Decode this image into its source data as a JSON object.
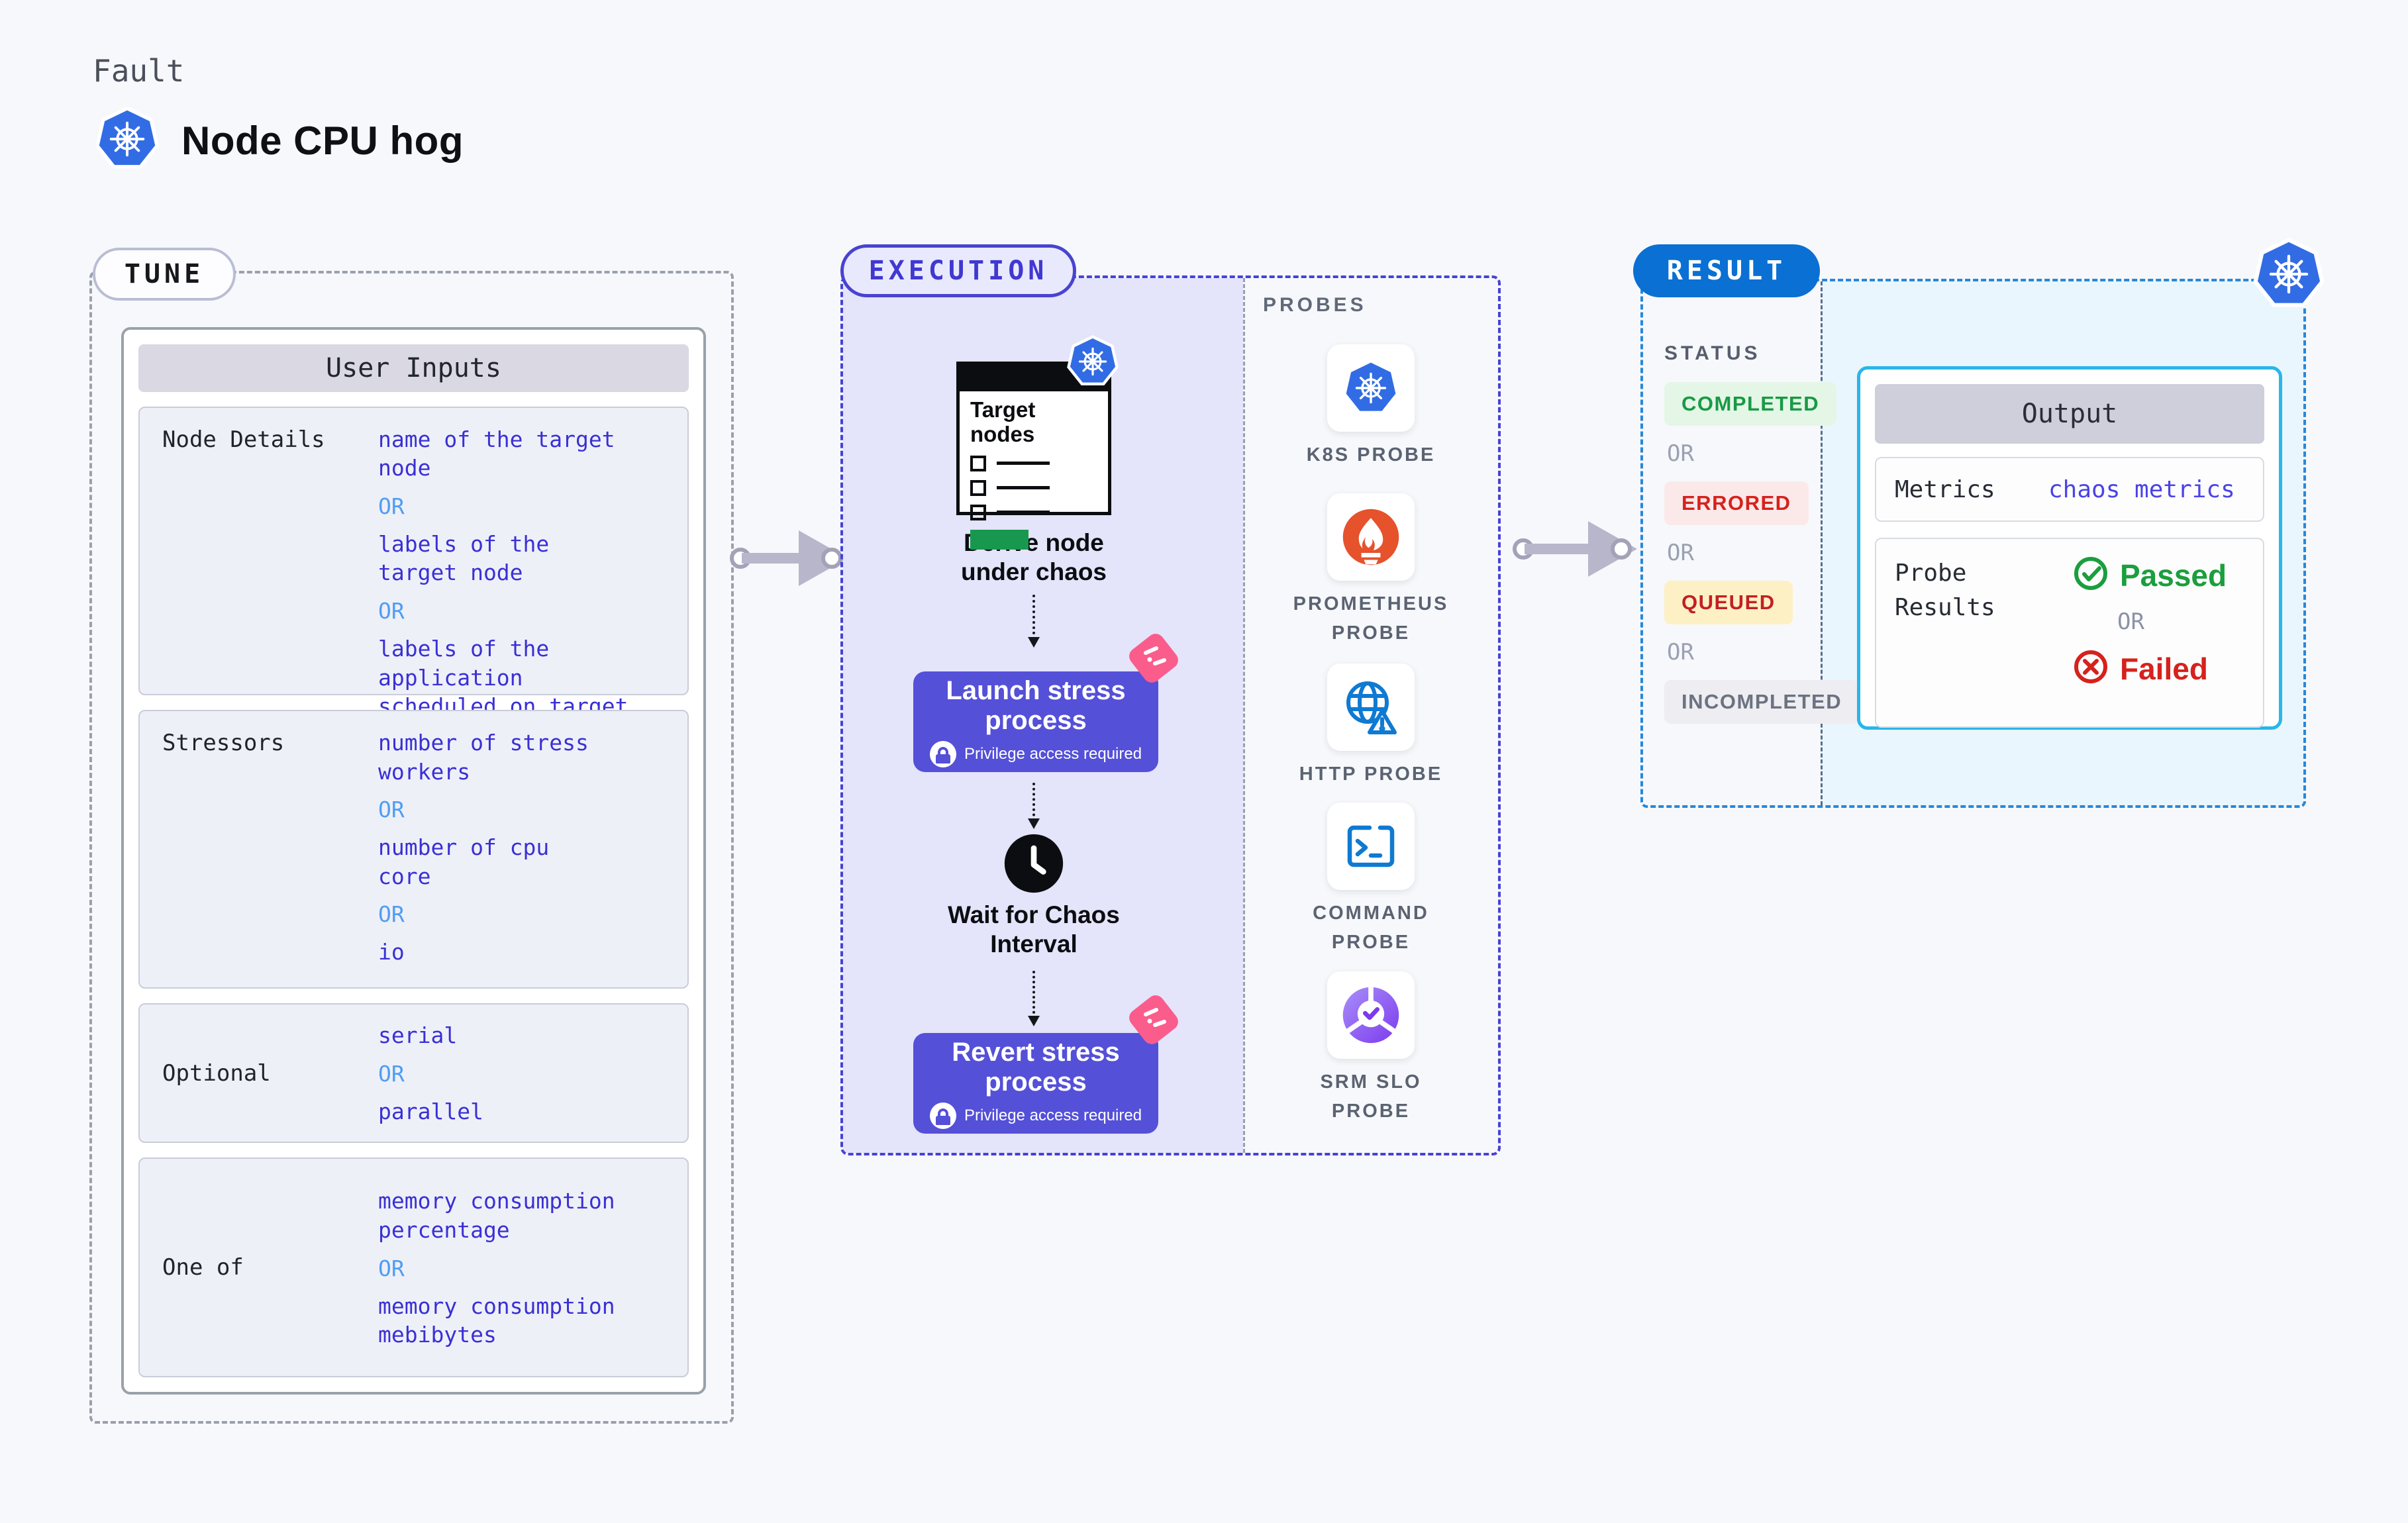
{
  "header": {
    "eyebrow": "Fault",
    "title": "Node CPU hog"
  },
  "tune": {
    "badge": "TUNE",
    "table_title": "User Inputs",
    "or_label": "OR",
    "rows": [
      {
        "label": "Node Details",
        "options": [
          "name of the target\nnode",
          "labels of the\ntarget node",
          "labels of the application\nscheduled on target node"
        ]
      },
      {
        "label": "Stressors",
        "options": [
          "number of stress\nworkers",
          "number of cpu\ncore",
          "io"
        ]
      },
      {
        "label": "Optional",
        "options": [
          "serial",
          "parallel"
        ]
      },
      {
        "label": "One of",
        "options": [
          "memory consumption\npercentage",
          "memory consumption\nmebibytes"
        ]
      }
    ]
  },
  "execution": {
    "badge": "EXECUTION",
    "target_title": "Target nodes",
    "derive": "Derive node under chaos",
    "launch": "Launch stress process",
    "wait": "Wait for Chaos Interval",
    "revert": "Revert stress process",
    "privilege_note": "Privilege access required"
  },
  "probes": {
    "title": "PROBES",
    "items": [
      {
        "label": "K8S PROBE",
        "icon": "kubernetes-icon"
      },
      {
        "label": "PROMETHEUS PROBE",
        "icon": "prometheus-icon"
      },
      {
        "label": "HTTP PROBE",
        "icon": "globe-warning-icon"
      },
      {
        "label": "COMMAND PROBE",
        "icon": "terminal-icon"
      },
      {
        "label": "SRM SLO PROBE",
        "icon": "slo-donut-check-icon"
      }
    ]
  },
  "result": {
    "badge": "RESULT",
    "status_title": "STATUS",
    "or_label": "OR",
    "statuses": [
      {
        "label": "COMPLETED"
      },
      {
        "label": "ERRORED"
      },
      {
        "label": "QUEUED"
      },
      {
        "label": "INCOMPLETED"
      }
    ],
    "output": {
      "title": "Output",
      "metrics_label": "Metrics",
      "metrics_value": "chaos metrics",
      "probe_results_label": "Probe\nResults",
      "passed": "Passed",
      "failed": "Failed"
    }
  },
  "colors": {
    "accent_indigo": "#4742d5",
    "option_text": "#3a30d5",
    "or_text": "#509df5",
    "process_button": "#5450d8",
    "execution_fill": "#e4e4fb",
    "result_blue": "#0a70d3",
    "result_fill": "#e9f6fd",
    "output_border": "#29b6ea",
    "completed_green": "#189a45",
    "errored_red": "#d6221c",
    "queued_amber_bg": "#fdf0c5",
    "kubernetes_blue": "#326ce5",
    "prometheus_orange": "#e6522c",
    "chaos_pink": "#fa5c8c",
    "arrow_gray": "#b7b6cb"
  }
}
